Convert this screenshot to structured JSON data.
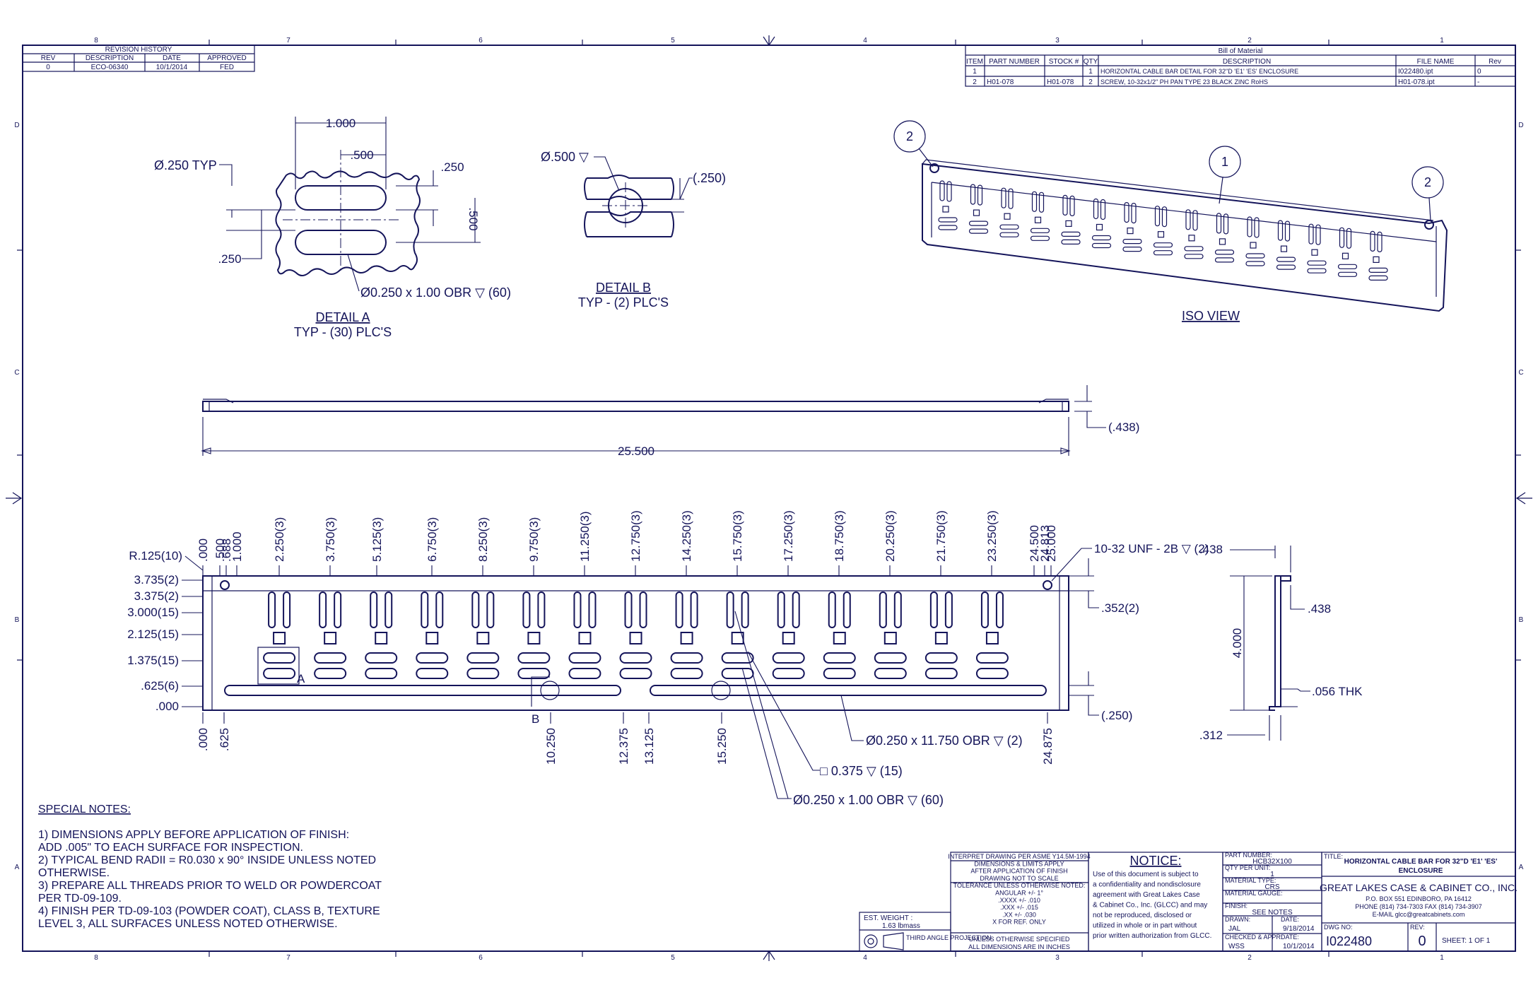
{
  "border": {
    "zones_top": [
      "8",
      "7",
      "6",
      "5",
      "4",
      "3",
      "2",
      "1"
    ],
    "zones_side": [
      "D",
      "C",
      "B",
      "A"
    ]
  },
  "revision": {
    "title": "REVISION HISTORY",
    "headers": [
      "REV",
      "DESCRIPTION",
      "DATE",
      "APPROVED"
    ],
    "rows": [
      [
        "0",
        "ECO-06340",
        "10/1/2014",
        "FED"
      ]
    ]
  },
  "bom": {
    "title": "Bill of Material",
    "headers": [
      "ITEM",
      "PART NUMBER",
      "STOCK #",
      "QTY",
      "DESCRIPTION",
      "FILE NAME",
      "Rev"
    ],
    "rows": [
      [
        "1",
        "",
        "",
        "1",
        "HORIZONTAL CABLE BAR DETAIL FOR 32\"D 'E1' 'ES' ENCLOSURE",
        "I022480.ipt",
        "0"
      ],
      [
        "2",
        "H01-078",
        "H01-078",
        "2",
        "SCREW, 10-32x1/2\" PH PAN TYPE 23 BLACK ZINC RoHS",
        "H01-078.ipt",
        "-"
      ]
    ]
  },
  "detail_a": {
    "title": "DETAIL  A",
    "subtitle": "TYP - (30) PLC'S",
    "dims": {
      "width": "1.000",
      "half": ".500",
      "dia_typ": "Ø.250 TYP",
      "top": ".250",
      "pitch": ".500",
      "left": ".250",
      "callout": "Ø0.250 x 1.00 OBR ▽ (60)"
    }
  },
  "detail_b": {
    "title": "DETAIL  B",
    "subtitle": "TYP - (2) PLC'S",
    "dims": {
      "dia": "Ø.500 ▽",
      "offset": "(.250)"
    }
  },
  "iso": {
    "title": "ISO VIEW",
    "balloons": [
      "2",
      "1",
      "2"
    ]
  },
  "top_view": {
    "length": "25.500",
    "height": "(.438)"
  },
  "front_view": {
    "x_top": [
      ".000",
      ".500",
      ".688",
      "1.000",
      "2.250(3)",
      "3.750(3)",
      "5.125(3)",
      "6.750(3)",
      "8.250(3)",
      "9.750(3)",
      "11.250(3)",
      "12.750(3)",
      "14.250(3)",
      "15.750(3)",
      "17.250(3)",
      "18.750(3)",
      "20.250(3)",
      "21.750(3)",
      "23.250(3)",
      "24.500",
      "24.813",
      "25.000"
    ],
    "x_bottom": [
      ".000",
      ".625",
      "10.250",
      "12.375",
      "13.125",
      "15.250",
      "24.875"
    ],
    "y_left": [
      "R.125(10)",
      "3.735(2)",
      "3.375(2)",
      "3.000(15)",
      "2.125(15)",
      "1.375(15)",
      ".625(6)",
      ".000"
    ],
    "callouts": {
      "tap": "10-32 UNF - 2B ▽ (2)",
      "hole_y": ".352(2)",
      "slot_long": "Ø0.250 x 11.750 OBR ▽ (2)",
      "slot_y": "(.250)",
      "square": "□ 0.375 ▽ (15)",
      "slot_short": "Ø0.250 x 1.00 OBR ▽ (60)",
      "det_a": "A",
      "det_b": "B"
    }
  },
  "side_view": {
    "flange_top": ".438",
    "flange_right": ".438",
    "height": "4.000",
    "thk": ".056 THK",
    "bottom": ".312"
  },
  "notes": {
    "heading": "SPECIAL NOTES:",
    "lines": [
      "1)  DIMENSIONS APPLY BEFORE APPLICATION OF FINISH:",
      "      ADD .005\" TO EACH SURFACE FOR INSPECTION.",
      "2)  TYPICAL BEND RADII = R0.030 x 90° INSIDE UNLESS NOTED",
      "      OTHERWISE.",
      "3)  PREPARE ALL THREADS PRIOR TO WELD OR POWDERCOAT",
      "      PER TD-09-109.",
      "4)  FINISH PER TD-09-103 (POWDER COAT), CLASS B, TEXTURE",
      "      LEVEL 3, ALL SURFACES UNLESS NOTED OTHERWISE."
    ]
  },
  "title_block": {
    "weight_label": "EST. WEIGHT :",
    "weight_value": "1.63 lbmass",
    "projection": "THIRD ANGLE PROJECTION",
    "tol_lines": [
      "INTERPRET DRAWING PER ASME Y14.5M-1994",
      "DIMENSIONS & LIMITS APPLY",
      "AFTER APPLICATION OF FINISH",
      "DRAWING NOT TO SCALE",
      "TOLERANCE UNLESS OTHERWISE NOTED:",
      "ANGULAR +/- 1°",
      ".XXXX +/- .010",
      ".XXX +/- .015",
      ".XX +/- .030",
      "X FOR REF. ONLY"
    ],
    "units_lines": [
      "UNLESS OTHERWISE SPECIFIED",
      "ALL DIMENSIONS ARE IN INCHES"
    ],
    "notice_title": "NOTICE:",
    "notice_lines": [
      "Use of this document is subject to",
      "a confidentiality and nondisclosure",
      "agreement with Great Lakes Case",
      "& Cabinet Co., Inc. (GLCC) and may",
      "not be reproduced, disclosed or",
      "utilized in whole or in part without",
      "prior written authorization from GLCC."
    ],
    "part_number_label": "PART NUMBER:",
    "part_number": "HCB32X100",
    "qty_label": "QTY PER UNIT:",
    "qty": "1",
    "material_type_label": "MATERIAL TYPE:",
    "material_type": "CRS",
    "material_gauge_label": "MATERIAL GAUGE:",
    "finish_label": "FINISH:",
    "finish": "SEE NOTES",
    "drawn_label": "DRAWN:",
    "drawn": "JAL",
    "drawn_date_label": "DATE:",
    "drawn_date": "9/18/2014",
    "checked_label": "CHECKED & APPR:",
    "checked": "WSS",
    "checked_date_label": "DATE:",
    "checked_date": "10/1/2014",
    "title_label": "TITLE:",
    "title_line1": "HORIZONTAL CABLE BAR FOR 32\"D 'E1' 'ES'",
    "title_line2": "ENCLOSURE",
    "company": "GREAT LAKES CASE & CABINET CO., INC.",
    "addr1": "P.O. BOX 551 EDINBORO, PA 16412",
    "addr2": "PHONE (814) 734-7303 FAX (814) 734-3907",
    "addr3": "E-MAIL glcc@greatcabinets.com",
    "dwg_label": "DWG NO:",
    "dwg": "I022480",
    "rev_label": "REV:",
    "rev": "0",
    "sheet": "SHEET:  1  OF  1"
  },
  "colors": {
    "ink": "#14145a",
    "paper": "#ffffff"
  }
}
